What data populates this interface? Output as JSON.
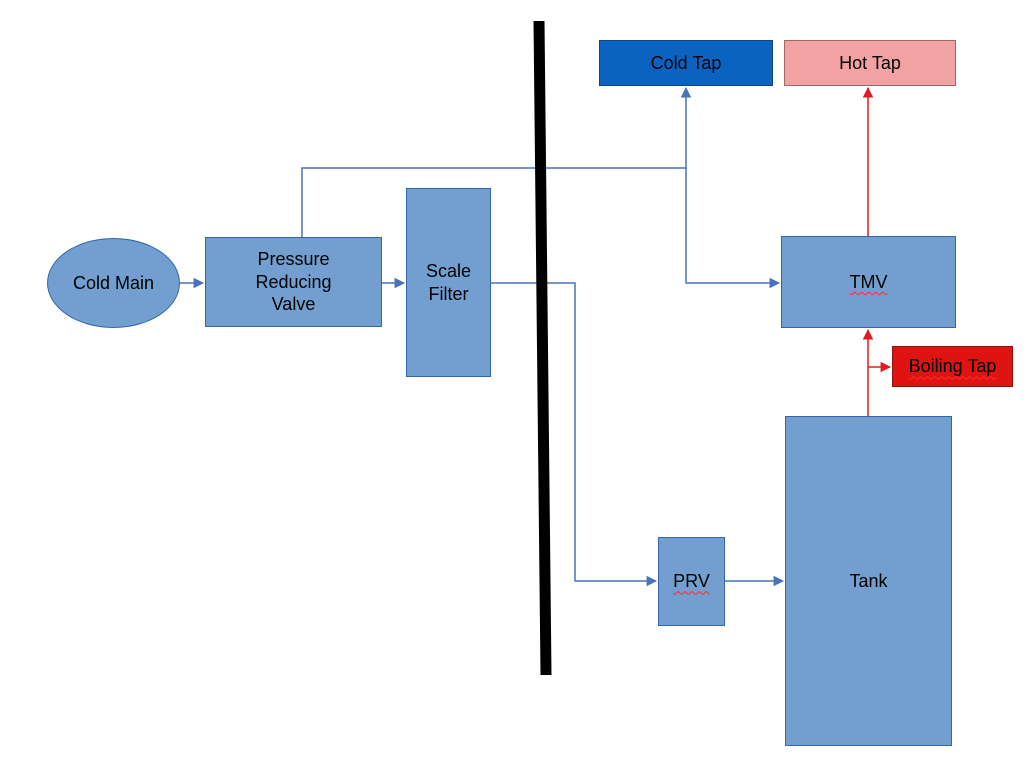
{
  "diagram": {
    "nodes": {
      "cold_main": {
        "label": "Cold Main",
        "shape": "ellipse"
      },
      "pressure_reducing_valve": {
        "label": "Pressure Reducing Valve",
        "shape": "rect"
      },
      "scale_filter": {
        "label": "Scale Filter",
        "shape": "rect"
      },
      "cold_tap": {
        "label": "Cold Tap",
        "shape": "rect"
      },
      "hot_tap": {
        "label": "Hot Tap",
        "shape": "rect"
      },
      "tmv": {
        "label": "TMV",
        "shape": "rect"
      },
      "boiling_tap": {
        "label": "Boiling Tap",
        "shape": "rect"
      },
      "prv": {
        "label": "PRV",
        "shape": "rect"
      },
      "tank": {
        "label": "Tank",
        "shape": "rect"
      }
    },
    "edges": [
      {
        "from": "Cold Main",
        "to": "Pressure Reducing Valve",
        "line": "cold"
      },
      {
        "from": "Pressure Reducing Valve",
        "to": "Scale Filter",
        "line": "cold"
      },
      {
        "from": "Pressure Reducing Valve",
        "to": "Cold Tap",
        "line": "cold"
      },
      {
        "from": "Pressure Reducing Valve",
        "to": "TMV",
        "line": "cold"
      },
      {
        "from": "Scale Filter",
        "to": "PRV",
        "line": "cold"
      },
      {
        "from": "PRV",
        "to": "Tank",
        "line": "cold"
      },
      {
        "from": "Tank",
        "to": "TMV",
        "line": "hot"
      },
      {
        "from": "Tank",
        "to": "Boiling Tap",
        "line": "hot"
      },
      {
        "from": "TMV",
        "to": "Hot Tap",
        "line": "hot"
      }
    ],
    "colors": {
      "node_fill": "#729FCF",
      "node_border": "#3465A4",
      "cold_tap_fill": "#0B63C1",
      "hot_tap_fill": "#F2A2A2",
      "boiling_tap_fill": "#E01313",
      "cold_pipe": "#4A72B8",
      "hot_pipe": "#E01B24",
      "wall": "#000000"
    }
  }
}
